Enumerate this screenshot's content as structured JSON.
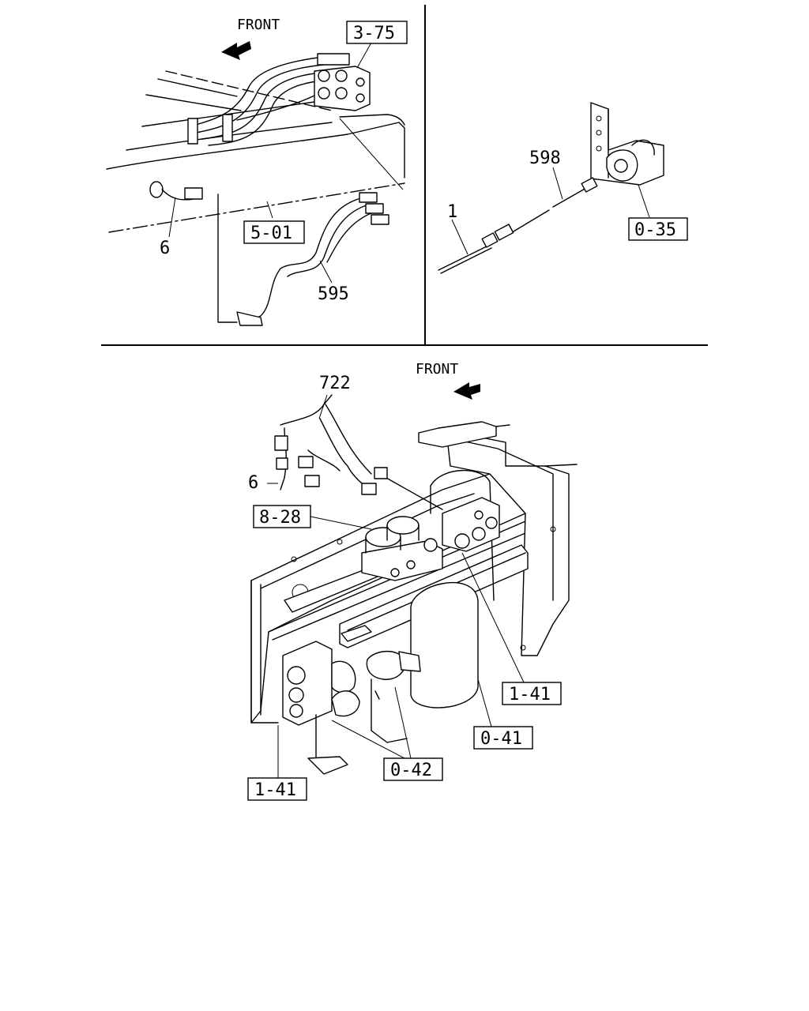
{
  "panels": {
    "top_left": {
      "front_label": "FRONT",
      "refs": {
        "r1": "3-75",
        "r2": "5-01"
      },
      "parts": {
        "p1": "6",
        "p2": "595"
      }
    },
    "top_right": {
      "refs": {
        "r1": "0-35"
      },
      "parts": {
        "p1": "598",
        "p2": "1"
      }
    },
    "bottom": {
      "front_label": "FRONT",
      "refs": {
        "r1": "8-28",
        "r2": "1-41",
        "r3": "0-41",
        "r4": "0-42",
        "r5": "1-41"
      },
      "parts": {
        "p1": "722",
        "p2": "6"
      }
    }
  }
}
